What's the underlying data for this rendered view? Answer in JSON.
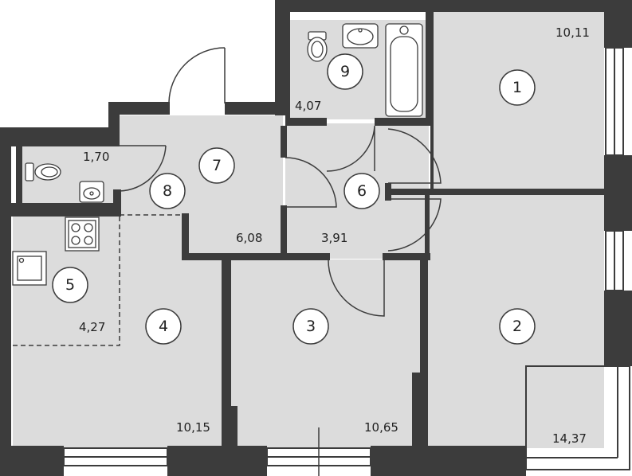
{
  "rooms": [
    {
      "number": "1",
      "area": "10,11"
    },
    {
      "number": "2",
      "area": "14,37"
    },
    {
      "number": "3",
      "area": "10,65"
    },
    {
      "number": "4",
      "area": "10,15"
    },
    {
      "number": "5",
      "area": "4,27"
    },
    {
      "number": "6",
      "area": "3,91"
    },
    {
      "number": "7",
      "area": "6,08"
    },
    {
      "number": "8",
      "area": "1,70"
    },
    {
      "number": "9",
      "area": "4,07"
    }
  ],
  "colors": {
    "wall": "#3c3c3c",
    "floor": "#dcdcdc",
    "background": "#ffffff",
    "line": "#3c3c3c"
  }
}
